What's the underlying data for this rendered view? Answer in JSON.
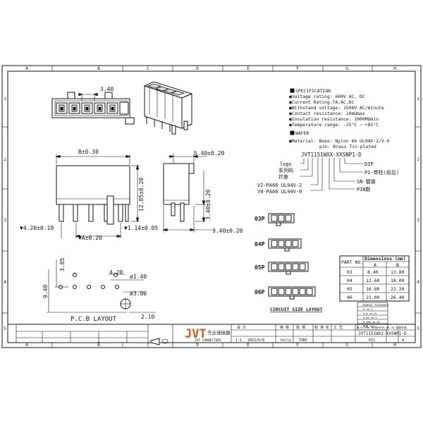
{
  "grid": {
    "columns": [
      "A",
      "B",
      "C",
      "D",
      "E",
      "F",
      "G",
      "H"
    ],
    "rows": [
      "1",
      "2",
      "3",
      "4",
      "5"
    ]
  },
  "dimensions_top": {
    "pitch": "3.40",
    "width_b": "B±0.30",
    "height_1285": "12.85±0.20",
    "side_540": "5.40±0.20",
    "side_340": "3.40±0.20",
    "side_940": "9.40±0.20",
    "bottom_420": "▼4.20±0.10",
    "bottom_a": "▼A±0.20",
    "bottom_114": "▼1.14±0.05"
  },
  "pcb": {
    "d_385": "3.85",
    "d_420": "4.20",
    "d_940": "9.40",
    "hole_small": "ø1.40",
    "hole_big": "ø3.00",
    "d_210": "2.10",
    "title": "P.C.B LAYOUT"
  },
  "spec": {
    "spec_title": "SPECIFICATION",
    "lines": [
      "●Voltage rating: 600V AC, DC",
      "●Current Rating:7A,AC,DC",
      "●Withstand voltage: 1500V AC/minute",
      "●Contact resistance: 10mΩmax",
      "●Insulation resistance: 1000MΩmin",
      "●Temperature range: -25°C ~ +85°C"
    ],
    "wafer_title": "WAFER",
    "material_1": "●Material: Base: Nylon 66 UL94V-2/V-0",
    "material_2": "pin: Brass Tin-plated"
  },
  "part_code": {
    "code": "JVT1151WXX-XXSNP1-D",
    "left_labels": [
      "logo",
      "系列码",
      "针座",
      "V2-PA66 UL94V-2",
      "V0-PA66 UL94V-0"
    ],
    "right_labels": [
      "DIP",
      "P1-带柱(前后)",
      "SN-镀锡",
      "PIN数"
    ]
  },
  "circuit": {
    "variants": [
      "03P",
      "04P",
      "05P",
      "06P"
    ],
    "title": "CIRCUIT SIZE LAYOUT"
  },
  "dim_table": {
    "col_part": "PART NO.",
    "col_dims": "Dimensions (mm)",
    "col_a": "A",
    "col_b": "B",
    "rows": [
      {
        "part": "03",
        "a": "8.40",
        "b": "13.80"
      },
      {
        "part": "04",
        "a": "12.60",
        "b": "18.00"
      },
      {
        "part": "05",
        "a": "16.80",
        "b": "22.20"
      },
      {
        "part": "06",
        "a": "21.00",
        "b": "26.40"
      }
    ]
  },
  "title_block": {
    "logo": "JVT",
    "company_cn": "齐业连接器",
    "company_en": "JVT CONNECTORS",
    "heads": [
      "设 计",
      "审 核",
      "批 准",
      "标 准 化",
      "工 艺"
    ],
    "designer": "holly",
    "approver": "TONY",
    "part_number": "JVT1151WX2-XXSNP1-D",
    "doc_id": "011",
    "rev": "A",
    "scale": "1:1",
    "date": "2013/6/8",
    "model_text": "WLX1.15m 单排WAFER WX-4V 插座针座",
    "tolerance_title": "GENERAL TOLERANCE",
    "tolerances": [
      "0  ±0.3",
      "0.0  ±0.15",
      "0.00  ±0.1",
      "0.000  ±0.05",
      "角度  ±1°"
    ]
  }
}
